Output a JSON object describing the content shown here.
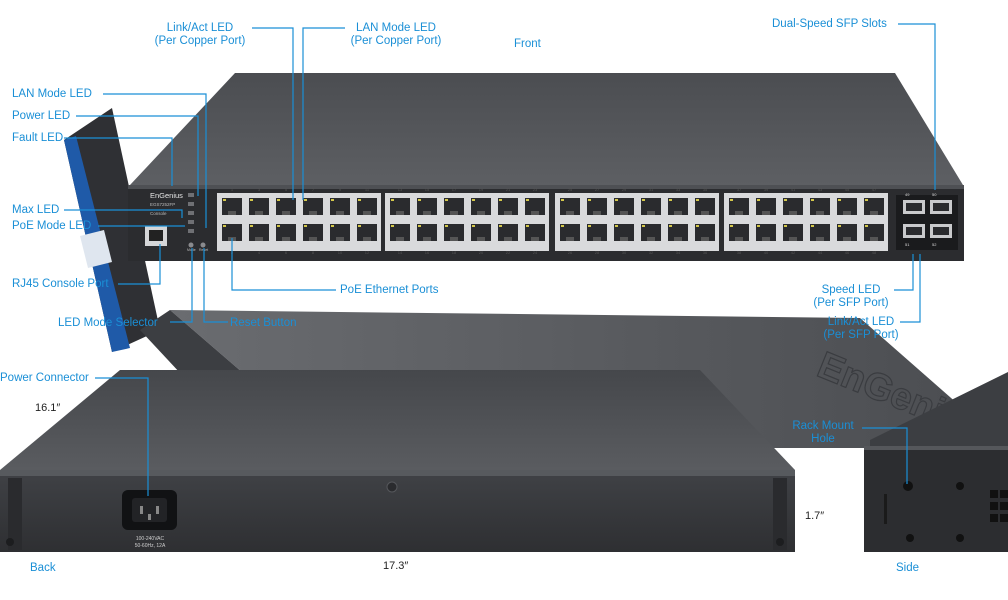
{
  "labels": {
    "link_act_copper": {
      "line1": "Link/Act LED",
      "line2": "(Per Copper Port)"
    },
    "lan_mode_copper": {
      "line1": "LAN Mode LED",
      "line2": "(Per Copper Port)"
    },
    "front": "Front",
    "dual_speed_sfp": "Dual-Speed SFP Slots",
    "lan_mode_led": "LAN Mode LED",
    "power_led": "Power LED",
    "fault_led": "Fault LED",
    "max_led": "Max LED",
    "poe_mode_led": "PoE Mode LED",
    "rj45_console": "RJ45 Console Port",
    "poe_ethernet_ports": "PoE Ethernet Ports",
    "speed_led_sfp": {
      "line1": "Speed LED",
      "line2": "(Per SFP Port)"
    },
    "link_act_sfp": {
      "line1": "Link/Act LED",
      "line2": "(Per SFP Port)"
    },
    "led_mode_selector": "LED Mode Selector",
    "reset_button": "Reset Button",
    "power_connector": "Power Connector",
    "rack_mount_hole": {
      "line1": "Rack Mount",
      "line2": "Hole"
    },
    "back": "Back",
    "side": "Side"
  },
  "dimensions": {
    "depth": "16.1″",
    "width": "17.3″",
    "height": "1.7″"
  },
  "device": {
    "brand": "EnGenius",
    "model": "EGS7252FP",
    "console_label": "Console",
    "rating_line1": "100-240VAC",
    "rating_line2": "50-60Hz, 12A",
    "top_port_numbers": [
      "1",
      "3",
      "5",
      "7",
      "9",
      "11",
      "13",
      "15",
      "17",
      "19",
      "21",
      "23",
      "25",
      "27",
      "29",
      "31",
      "33",
      "35",
      "37",
      "39",
      "41",
      "43",
      "45",
      "47"
    ],
    "bottom_port_numbers": [
      "2",
      "4",
      "6",
      "8",
      "10",
      "12",
      "14",
      "16",
      "18",
      "20",
      "22",
      "24",
      "26",
      "28",
      "30",
      "32",
      "34",
      "36",
      "38",
      "40",
      "42",
      "44",
      "46",
      "48"
    ],
    "sfp_numbers": [
      "49",
      "50",
      "51",
      "52"
    ],
    "mode_labels": {
      "mode": "Mode",
      "reset": "Reset"
    }
  },
  "colors": {
    "accent": "#1a8fd6",
    "chassis": "#3a3b3e",
    "chassis_top": "#55575b",
    "faceplate": "#1e1f22",
    "port_frame": "#d9dadc",
    "port_led": "#d4c84a"
  }
}
